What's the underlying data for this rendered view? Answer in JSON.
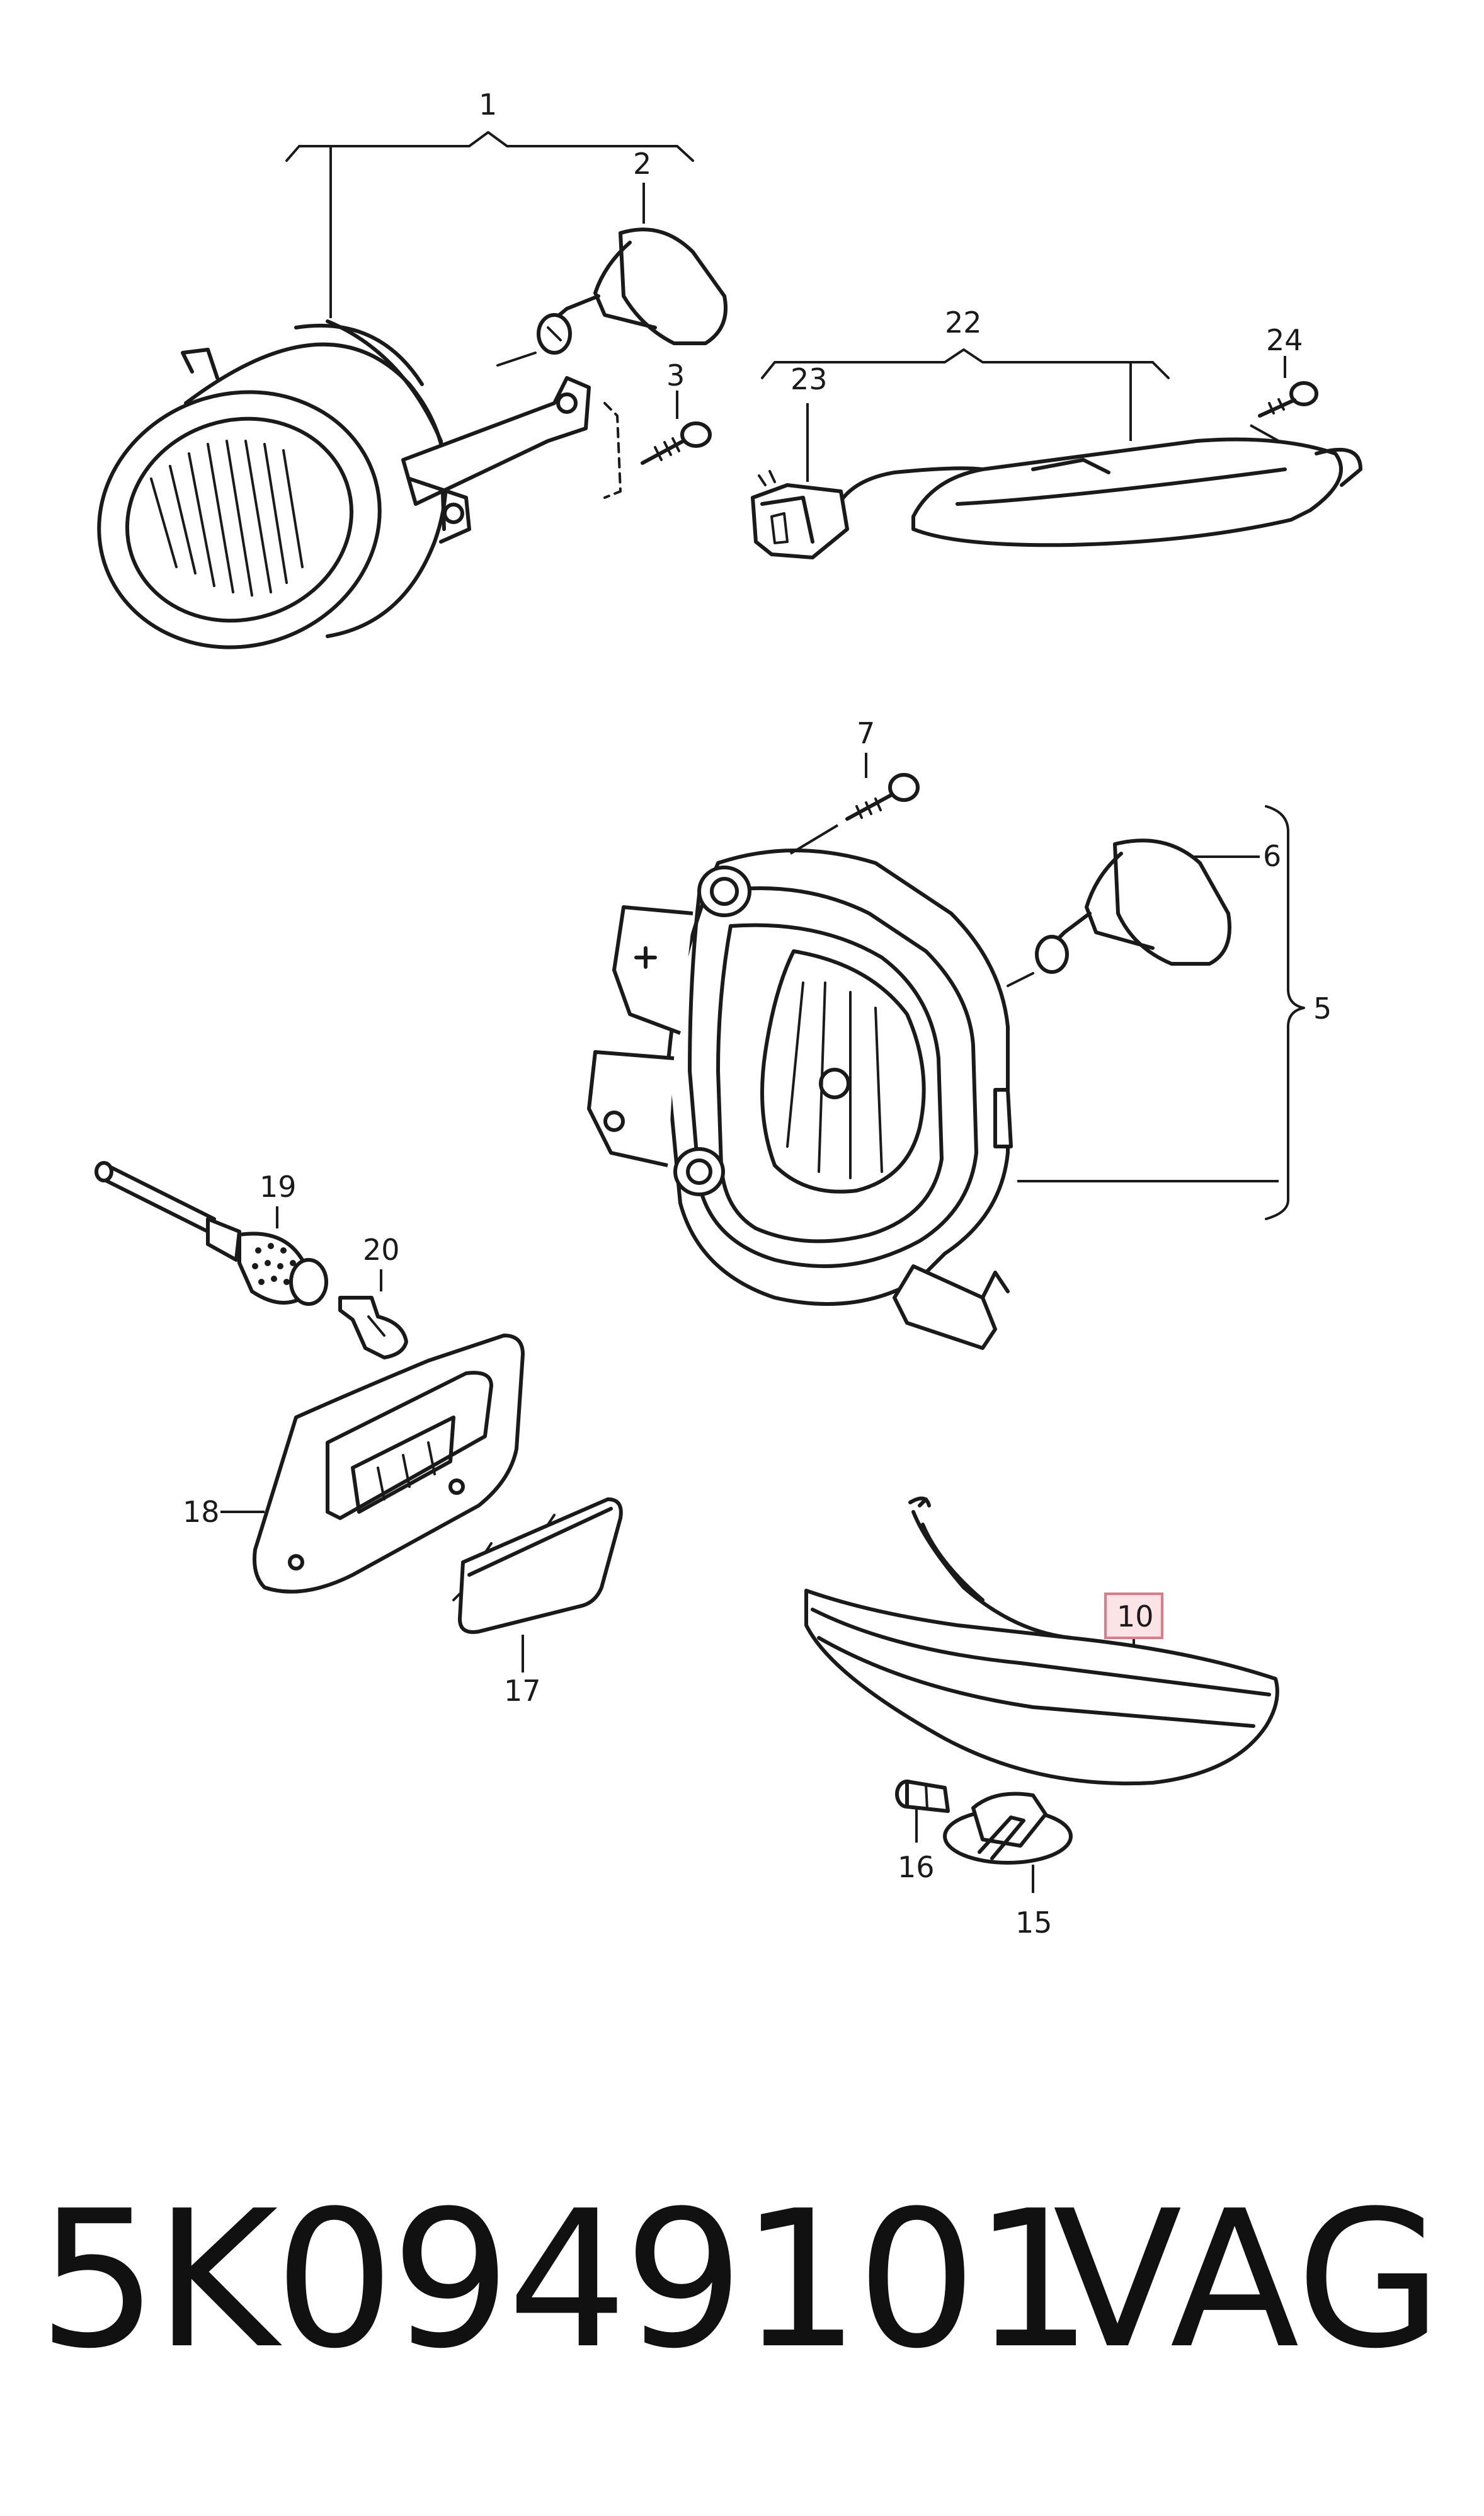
{
  "callouts": {
    "c1": "1",
    "c2": "2",
    "c3": "3",
    "c5": "5",
    "c6": "6",
    "c7": "7",
    "c10": "10",
    "c15": "15",
    "c16": "16",
    "c17": "17",
    "c18": "18",
    "c19": "19",
    "c20": "20",
    "c22": "22",
    "c23": "23",
    "c24": "24"
  },
  "highlighted_callout": "10",
  "footer": {
    "part_number": "5K0949101",
    "brand": "VAG"
  },
  "colors": {
    "line": "#1a1a1a",
    "highlight_fill": "#fbe3e6",
    "highlight_border": "#e07a88"
  }
}
